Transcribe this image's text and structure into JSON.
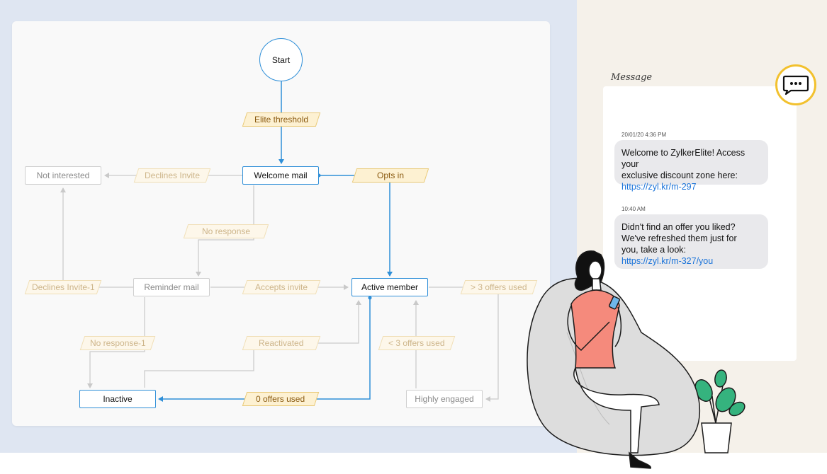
{
  "diagram": {
    "start": "Start",
    "nodes": {
      "welcome_mail": "Welcome mail",
      "not_interested": "Not interested",
      "reminder_mail": "Reminder mail",
      "active_member": "Active member",
      "inactive": "Inactive",
      "highly_engaged": "Highly engaged"
    },
    "conditions": {
      "elite_threshold": "Elite threshold",
      "declines_invite": "Declines Invite",
      "opts_in": "Opts in",
      "no_response": "No response",
      "declines_invite_1": "Declines Invite-1",
      "accepts_invite": "Accepts invite",
      "more_3_offers": "> 3 offers used",
      "no_response_1": "No response-1",
      "reactivated": "Reactivated",
      "less_3_offers": "< 3 offers used",
      "zero_offers": "0 offers used"
    },
    "colors": {
      "active": "#2f8fd8",
      "condition": "#e9c977",
      "muted": "#cfcfcf"
    }
  },
  "message_panel": {
    "label": "Message",
    "icon": "chat-bubble-icon",
    "messages": [
      {
        "time": "20/01/20 4:36 PM",
        "lines": [
          "Welcome to ZylkerElite! Access your",
          "exclusive discount zone here:"
        ],
        "link": "https://zyl.kr/m-297"
      },
      {
        "time": "10:40 AM",
        "lines": [
          "Didn't find an offer you liked?",
          "We've refreshed them just for",
          "you, take a look:"
        ],
        "link": "https://zyl.kr/m-327/you"
      }
    ]
  }
}
